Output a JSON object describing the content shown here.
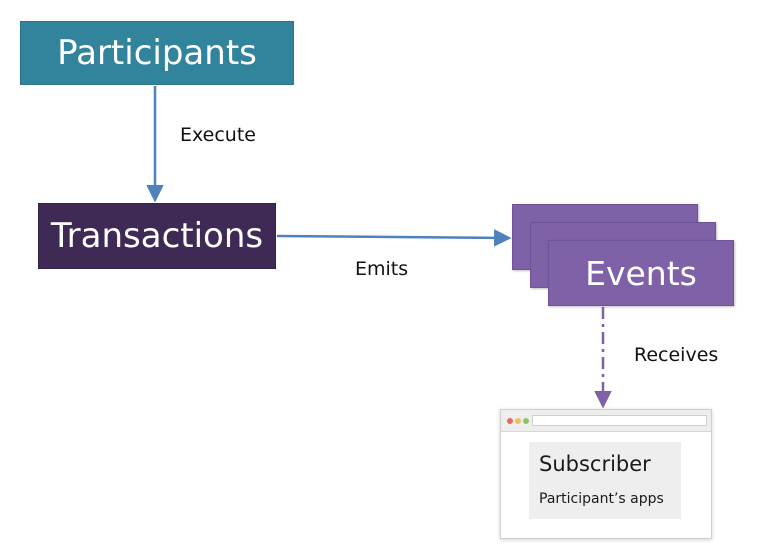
{
  "nodes": {
    "participants": "Participants",
    "transactions": "Transactions",
    "events": "Events"
  },
  "edges": {
    "execute": "Execute",
    "emits": "Emits",
    "receives": "Receives"
  },
  "subscriber": {
    "title": "Subscriber",
    "subtitle": "Participant’s apps"
  },
  "colors": {
    "participants": "#31849b",
    "transactions": "#3e2a54",
    "events": "#7f61a8",
    "arrow_solid": "#4f81bd",
    "arrow_dashed": "#7f61a8"
  }
}
